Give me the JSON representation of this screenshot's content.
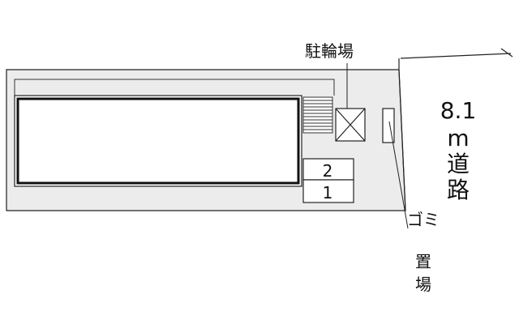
{
  "labels": {
    "bicycle_parking": "駐輪場",
    "road_width": "8.1",
    "road_unit": "m",
    "road_word_1": "道",
    "road_word_2": "路",
    "garbage_1": "ゴミ",
    "garbage_2": "置",
    "garbage_3": "場",
    "parking_2": "2",
    "parking_1": "1"
  },
  "colors": {
    "site_fill": "#ececec",
    "line": "#222222"
  }
}
